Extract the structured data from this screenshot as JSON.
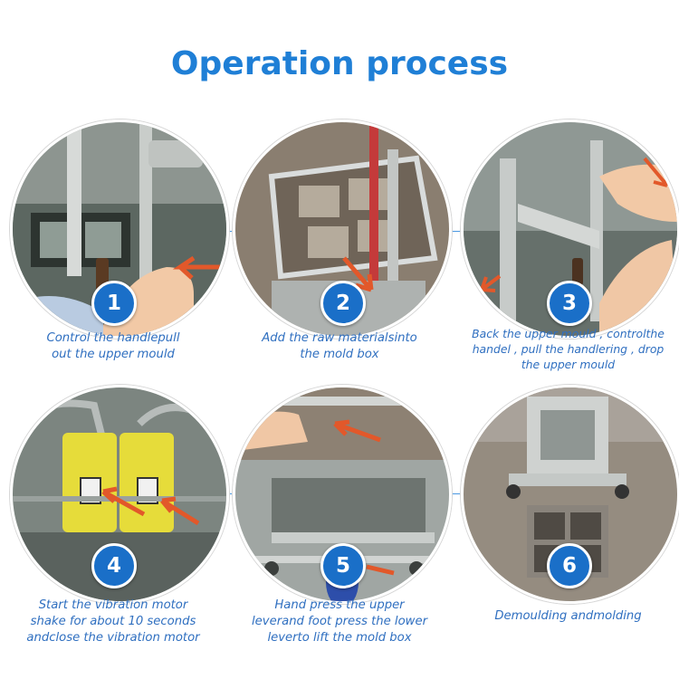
{
  "title": "Operation process",
  "accent_color": "#1f7fd6",
  "badge_color": "#1a6fc8",
  "steps": [
    {
      "number": "1",
      "lines": [
        "Control the handlepull",
        "out the upper mould"
      ]
    },
    {
      "number": "2",
      "lines": [
        "Add the raw materialsinto",
        "the mold box"
      ]
    },
    {
      "number": "3",
      "lines": [
        "Back the upper mould , controlthe",
        "handel , pull the handlering , drop",
        "the upper mould"
      ]
    },
    {
      "number": "4",
      "lines": [
        "Start the vibration motor",
        "shake for about 10 seconds",
        "andclose the vibration motor"
      ]
    },
    {
      "number": "5",
      "lines": [
        "Hand press the upper",
        "leverand foot press the lower",
        "leverto lift the mold box"
      ]
    },
    {
      "number": "6",
      "lines": [
        "Demoulding andmolding"
      ]
    }
  ]
}
